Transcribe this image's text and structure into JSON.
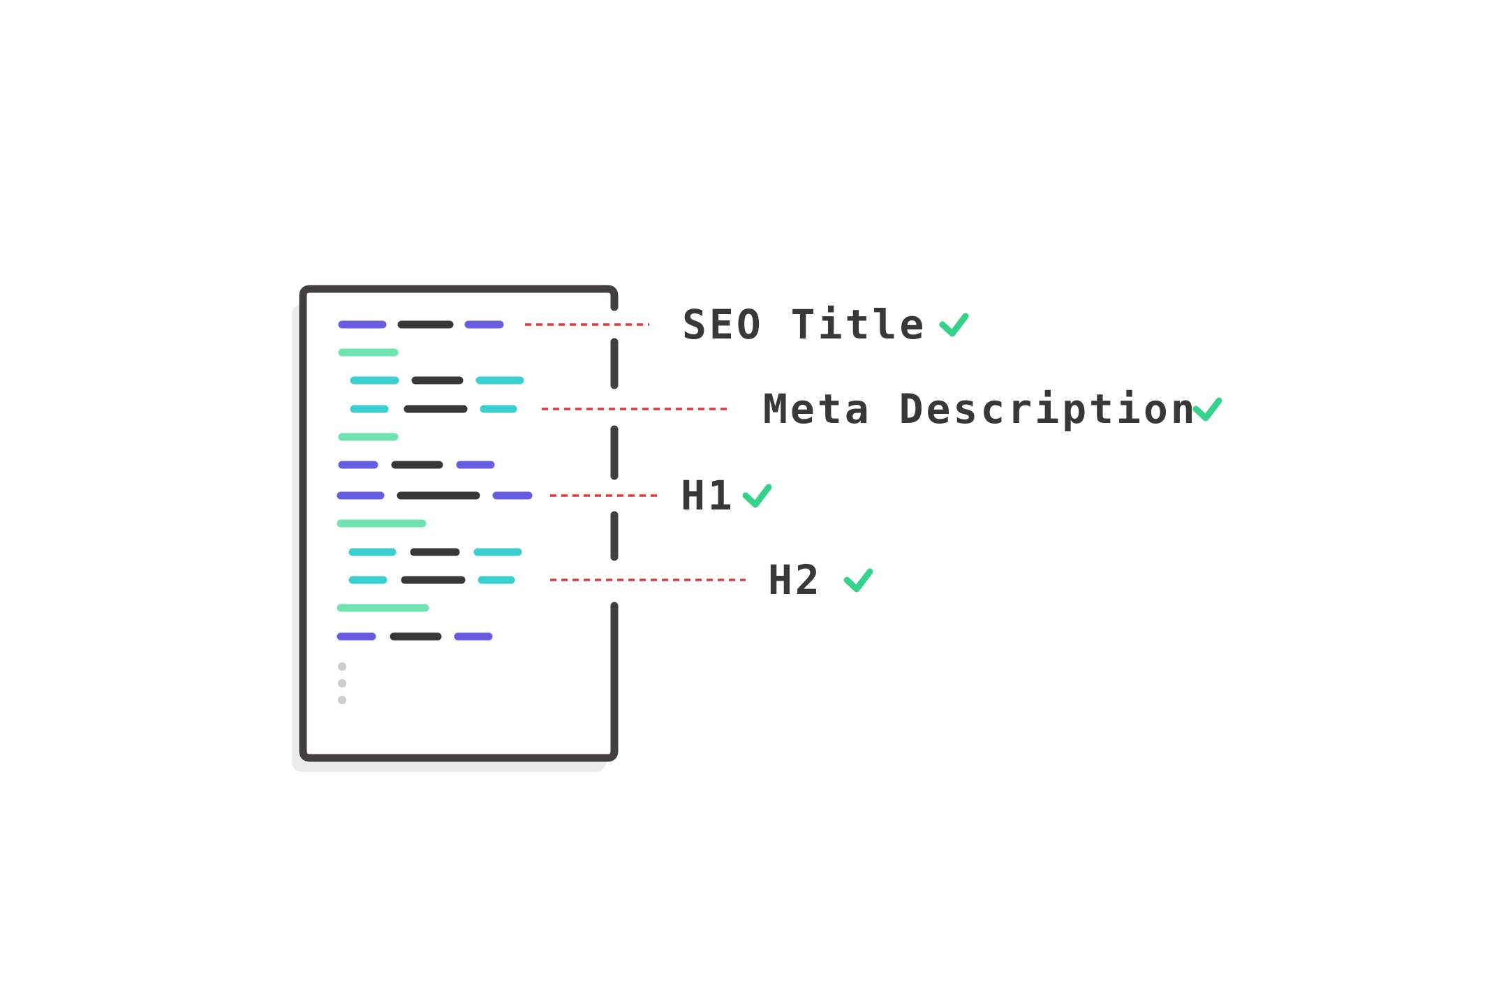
{
  "colors": {
    "frame": "#433f40",
    "shadow": "#ebebeb",
    "purple": "#665de0",
    "dark": "#3a3738",
    "green": "#6fe4b0",
    "teal": "#3ccfcf",
    "dots": "#cccccc",
    "connector": "#e03a3a",
    "check": "#35d38a",
    "label": "#3a3738"
  },
  "labels": {
    "seo_title": "SEO Title",
    "meta_description": "Meta Description",
    "h1": "H1",
    "h2": "H2"
  },
  "icons": {
    "check": "check-icon",
    "dots": "ellipsis-vertical-icon"
  }
}
